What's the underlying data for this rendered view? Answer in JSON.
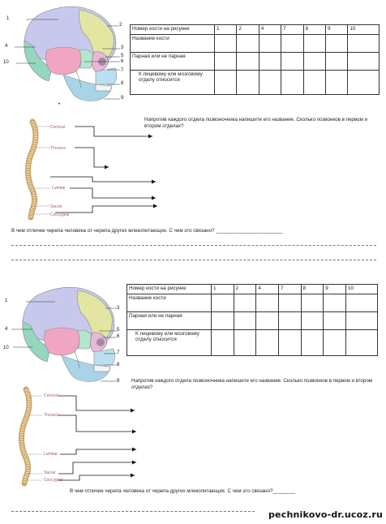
{
  "section1": {
    "skull_labels": [
      "1",
      "2",
      "3",
      "4",
      "5",
      "6",
      "7",
      "8",
      "9",
      "10"
    ],
    "dot": "•",
    "table": {
      "header": "Номер кости на рисунке",
      "numbers": [
        "1",
        "2",
        "4",
        "7",
        "8",
        "9",
        "10"
      ],
      "rows": [
        "Название кости",
        "Парная или не парная",
        "К лицевому или мозговому отделу относится"
      ]
    },
    "question_spine": "Напротив каждого отдела позвоночника напишите его название. Сколько позвонков в первом и втором отделах?",
    "spine_tags": [
      "Cervical",
      "Thoracic",
      "Lumbar",
      "Sacral",
      "Coccygeal"
    ],
    "question_skull": "В чем отличие черепа человека от черепа других млекопитающих. С чем это связано? ________________________"
  },
  "section2": {
    "skull_labels": [
      "1",
      "3",
      "4",
      "5",
      "6",
      "7",
      "8",
      "9",
      "10"
    ],
    "table": {
      "header": "Номер кости на рисунке",
      "numbers": [
        "1",
        "2",
        "4",
        "7",
        "8",
        "9",
        "10"
      ],
      "rows": [
        "Название кости",
        "Парная или не парная",
        "К лицевому или мозговому отделу относится"
      ]
    },
    "question_spine": "Напротив каждого отдела позвоночника напишите его название. Сколько позвонков  в первом и втором отделах?",
    "spine_tags": [
      "Cervical",
      "Thoracic",
      "Lumbar",
      "Sacral",
      "Coccygeal"
    ],
    "question_skull": "В чем отличие черепа человека от черепа других млекопитающих. С чем это связано?________"
  },
  "watermark": "pechnikovo-dr.ucoz.ru",
  "colors": {
    "frontal": "#e3e6a2",
    "parietal": "#c8c8ec",
    "temporal": "#f0a6c3",
    "sphenoid": "#b3e6cc",
    "zygomatic": "#b6d7ef",
    "maxilla": "#b9e0f0",
    "mandible": "#a9d4e8",
    "occipital": "#92d7be"
  }
}
